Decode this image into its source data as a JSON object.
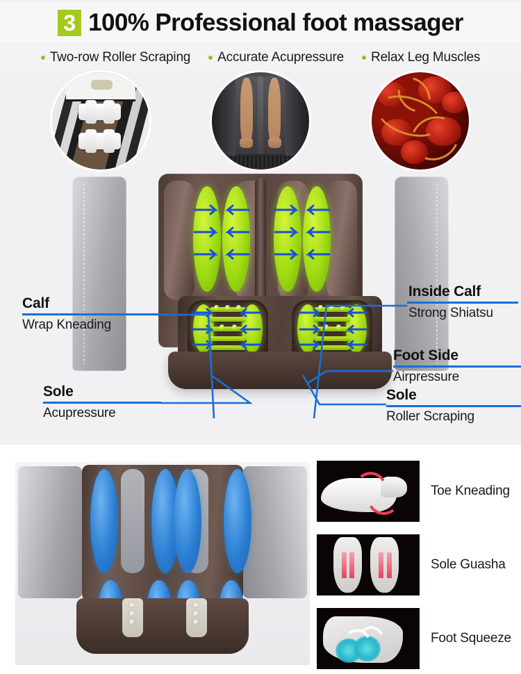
{
  "header": {
    "badge_number": "3",
    "title": "100% Professional foot massager",
    "badge_color": "#a3cb1c",
    "features": [
      {
        "icon": "green-dot-bullet",
        "label": "Two-row Roller Scraping"
      },
      {
        "icon": "green-dot-bullet",
        "label": "Accurate Acupressure"
      },
      {
        "icon": "green-dot-bullet",
        "label": "Relax Leg Muscles"
      }
    ]
  },
  "thumbnails_top": [
    {
      "name": "roller-mechanism-photo",
      "alt": "Two white massage rollers inside dark foot bay"
    },
    {
      "name": "legs-in-massager-photo",
      "alt": "Legs resting inside dark grey foot massager unit"
    },
    {
      "name": "blood-circulation-photo",
      "alt": "Red blood cells microscopy with orange strands"
    }
  ],
  "diagram": {
    "accent_line_color": "#1a6fd4",
    "airbag_color": "#9ddb12",
    "callouts": [
      {
        "id": "calf",
        "title": "Calf",
        "subtitle": "Wrap Kneading",
        "side": "left"
      },
      {
        "id": "sole-left",
        "title": "Sole",
        "subtitle": "Acupressure",
        "side": "left"
      },
      {
        "id": "inside-calf",
        "title": "Inside Calf",
        "subtitle": "Strong Shiatsu",
        "side": "right"
      },
      {
        "id": "foot-side",
        "title": "Foot Side",
        "subtitle": "Airpressure",
        "side": "right"
      },
      {
        "id": "sole-right",
        "title": "Sole",
        "subtitle": "Roller Scraping",
        "side": "right"
      }
    ]
  },
  "bottom": {
    "chair_photo": {
      "name": "massage-chair-airbag-diagram",
      "alt": "Massage chair legrest with blue airbags and transparent legs showing foot bones",
      "airbag_color": "#2b7fd4"
    },
    "features": [
      {
        "id": "toe-kneading",
        "label": "Toe Kneading",
        "image_alt": "White foot with red rotating arrows around toes"
      },
      {
        "id": "sole-guasha",
        "label": "Sole Guasha",
        "image_alt": "Two foot soles with red up and down arrows"
      },
      {
        "id": "foot-squeeze",
        "label": "Foot Squeeze",
        "image_alt": "Side view of foot with cyan squeezing bands"
      }
    ]
  }
}
